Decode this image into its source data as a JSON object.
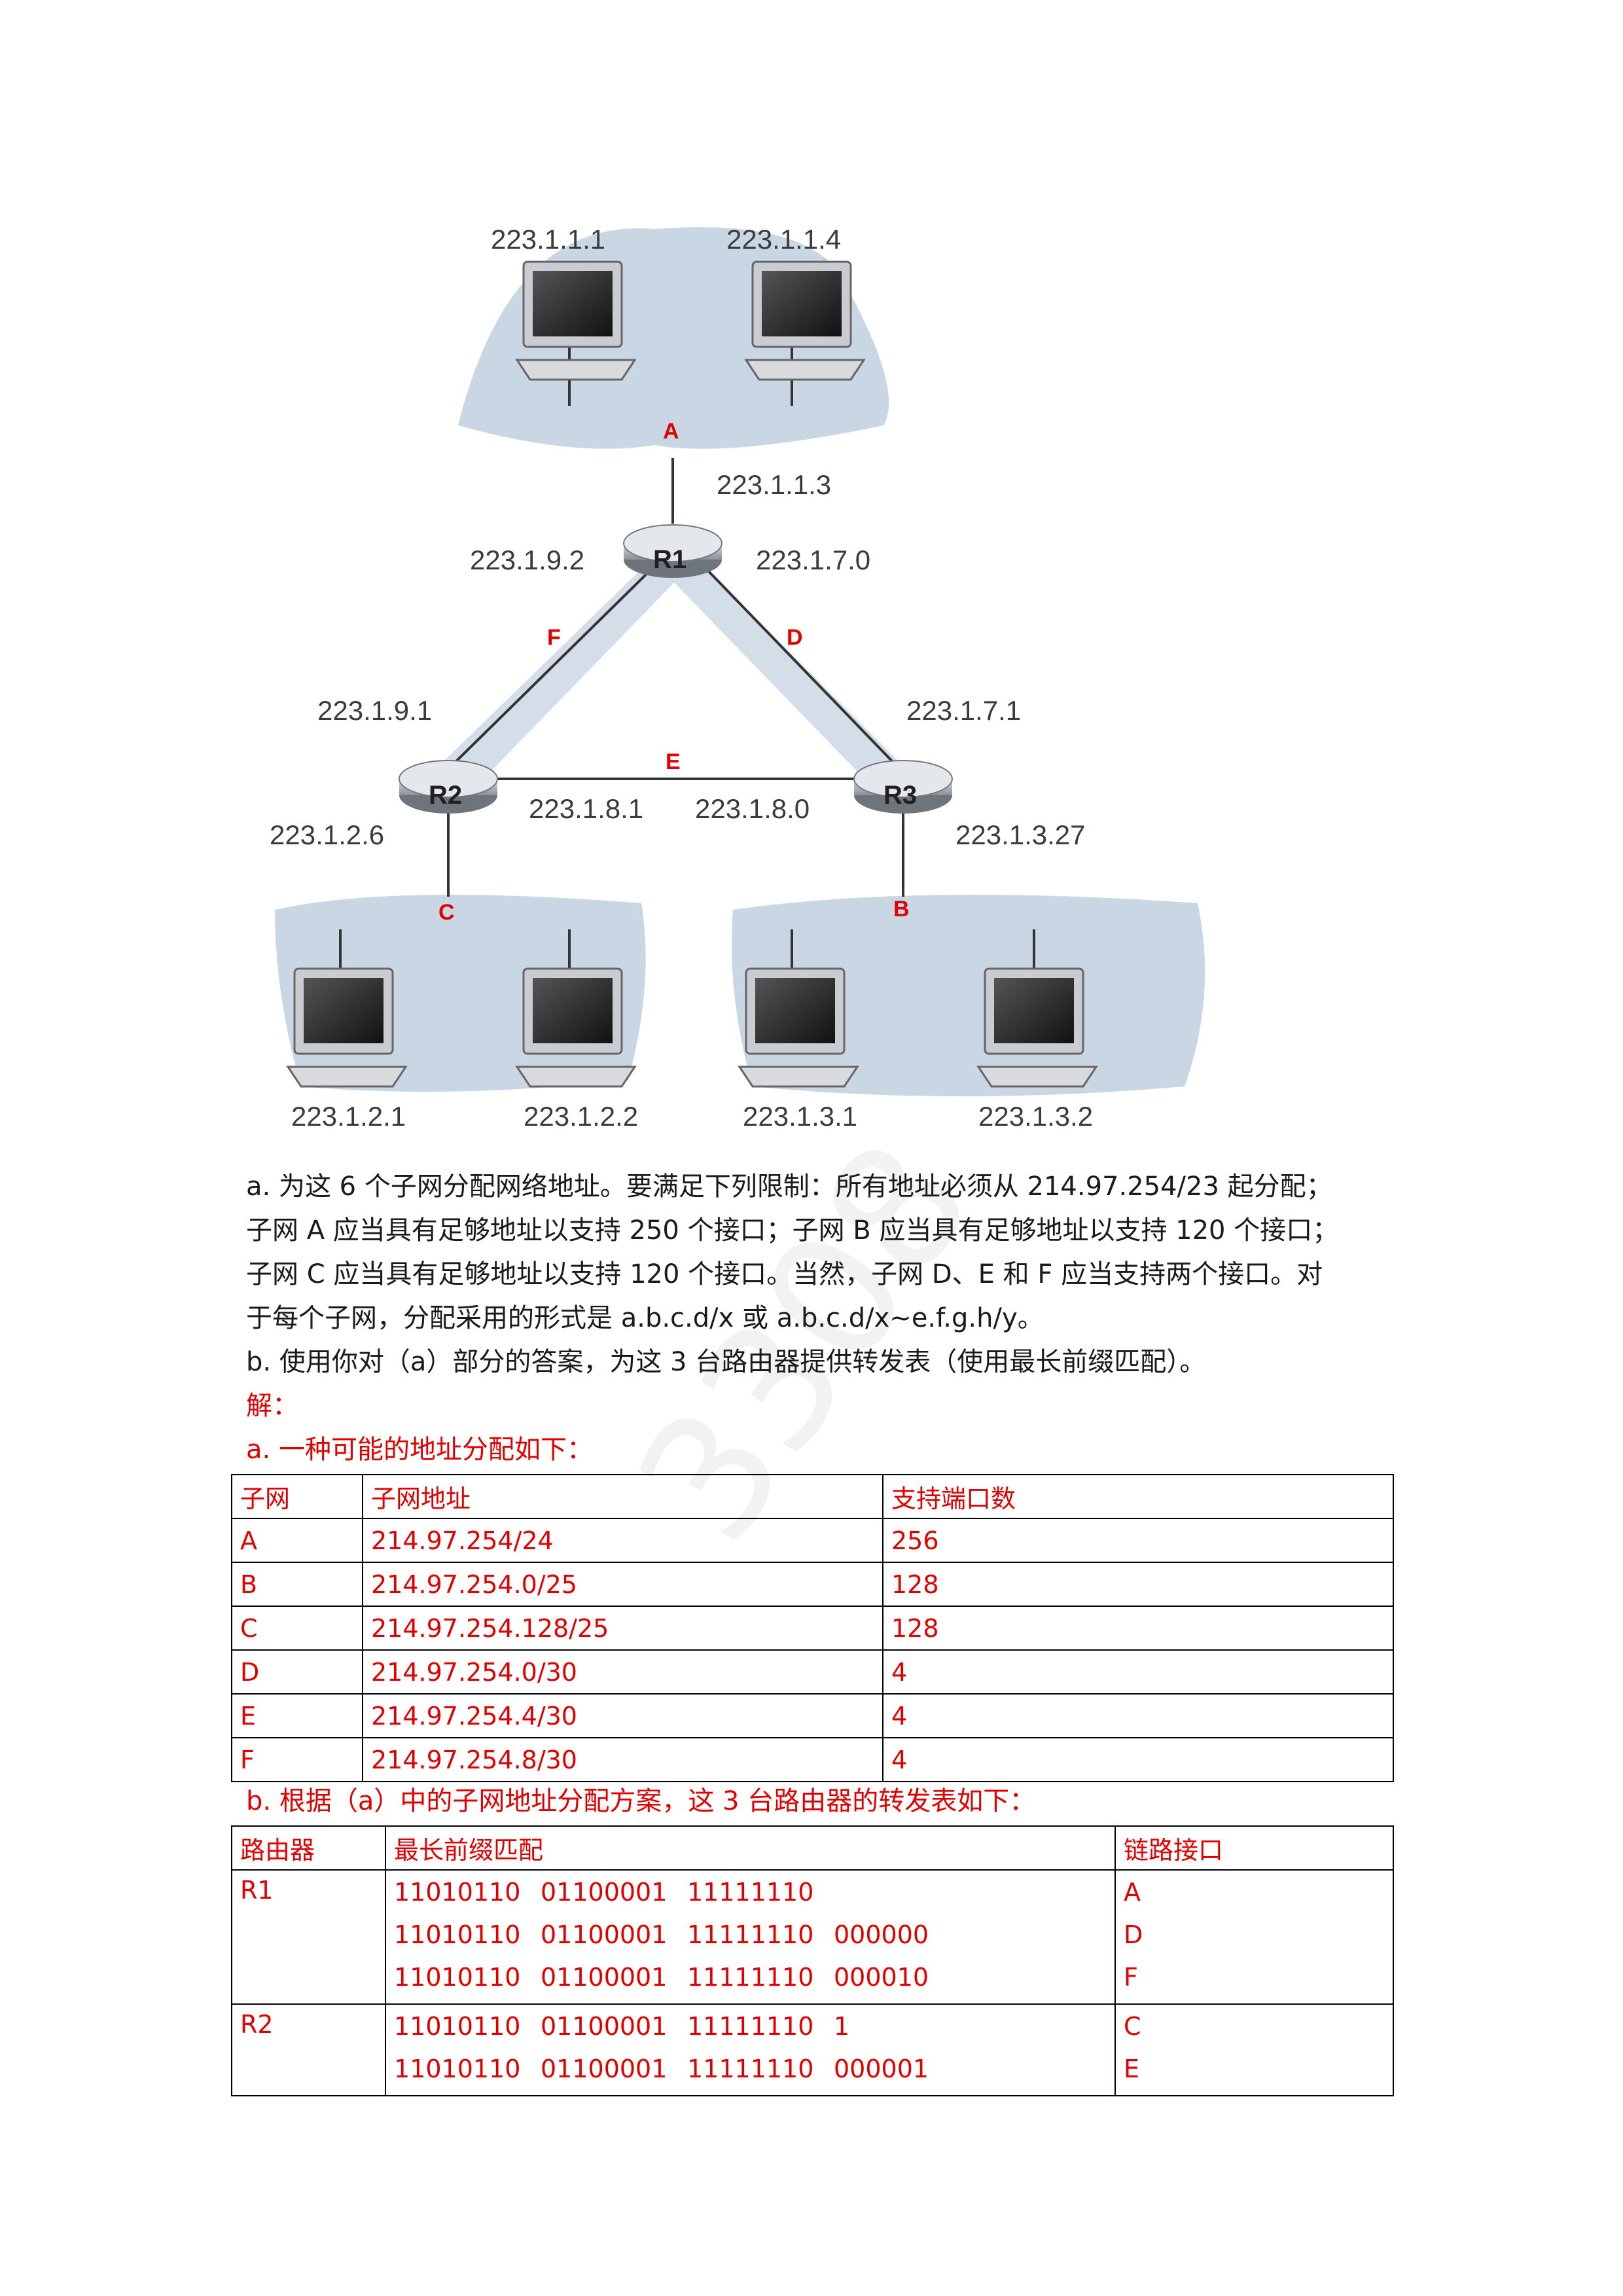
{
  "diagram": {
    "hosts_top": [
      "223.1.1.1",
      "223.1.1.4"
    ],
    "hosts_bottom": [
      "223.1.2.1",
      "223.1.2.2",
      "223.1.3.1",
      "223.1.3.2"
    ],
    "routers": [
      "R1",
      "R2",
      "R3"
    ],
    "subnet_labels": [
      "A",
      "B",
      "C",
      "D",
      "E",
      "F"
    ],
    "interfaces": {
      "r1_top": "223.1.1.3",
      "r1_left": "223.1.9.2",
      "r1_right": "223.1.7.0",
      "r2_top": "223.1.9.1",
      "r2_right": "223.1.8.1",
      "r2_bottom": "223.1.2.6",
      "r3_top": "223.1.7.1",
      "r3_left": "223.1.8.0",
      "r3_bottom": "223.1.3.27"
    }
  },
  "question": {
    "a_lines": [
      "a. 为这 6 个子网分配网络地址。要满足下列限制：所有地址必须从 214.97.254/23 起分配；",
      "子网 A 应当具有足够地址以支持 250 个接口；子网 B 应当具有足够地址以支持 120 个接口；",
      "子网 C 应当具有足够地址以支持 120 个接口。当然，子网 D、E 和 F 应当支持两个接口。对",
      "于每个子网，分配采用的形式是 a.b.c.d/x 或 a.b.c.d/x~e.f.g.h/y。"
    ],
    "b": "b. 使用你对（a）部分的答案，为这 3 台路由器提供转发表（使用最长前缀匹配）。"
  },
  "answer": {
    "label": "解：",
    "a_intro": "a. 一种可能的地址分配如下：",
    "table1": {
      "headers": [
        "子网",
        "子网地址",
        "支持端口数"
      ],
      "rows": [
        [
          "A",
          "214.97.254/24",
          "256"
        ],
        [
          "B",
          "214.97.254.0/25",
          "128"
        ],
        [
          "C",
          "214.97.254.128/25",
          "128"
        ],
        [
          "D",
          "214.97.254.0/30",
          "4"
        ],
        [
          "E",
          "214.97.254.4/30",
          "4"
        ],
        [
          "F",
          "214.97.254.8/30",
          "4"
        ]
      ]
    },
    "b_intro": "b. 根据（a）中的子网地址分配方案，这 3 台路由器的转发表如下：",
    "table2": {
      "headers": [
        "路由器",
        "最长前缀匹配",
        "链路接口"
      ],
      "groups": [
        {
          "router": "R1",
          "entries": [
            {
              "prefix": [
                "11010110",
                "01100001",
                "11111110",
                ""
              ],
              "iface": "A"
            },
            {
              "prefix": [
                "11010110",
                "01100001",
                "11111110",
                "000000"
              ],
              "iface": "D"
            },
            {
              "prefix": [
                "11010110",
                "01100001",
                "11111110",
                "000010"
              ],
              "iface": "F"
            }
          ]
        },
        {
          "router": "R2",
          "entries": [
            {
              "prefix": [
                "11010110",
                "01100001",
                "11111110",
                "1"
              ],
              "iface": "C"
            },
            {
              "prefix": [
                "11010110",
                "01100001",
                "11111110",
                "000001"
              ],
              "iface": "E"
            }
          ]
        }
      ]
    }
  },
  "colors": {
    "answer": "#e00000",
    "subnet_cloud": "#c9d6e3",
    "link": "#333333"
  }
}
